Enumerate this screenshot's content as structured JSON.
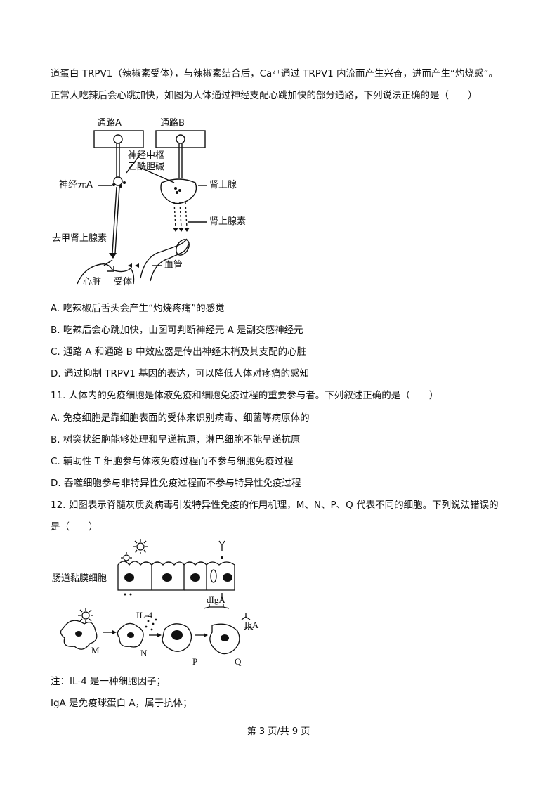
{
  "intro": {
    "line1": "道蛋白 TRPV1（辣椒素受体），与辣椒素结合后，Ca²⁺通过 TRPV1 内流而产生兴奋，进而产生“灼烧感”。",
    "line2": "正常人吃辣后会心跳加快，如图为人体通过神经支配心跳加快的部分通路，下列说法正确的是（　　）"
  },
  "figure1": {
    "path_a": "通路A",
    "path_b": "通路B",
    "center": "神经中枢",
    "ach": "乙酰胆碱",
    "neuron_a": "神经元A",
    "adrenal": "肾上腺",
    "epinephrine": "肾上腺素",
    "norepinephrine": "去甲肾上腺素",
    "vessel": "血管",
    "heart": "心脏",
    "receptor": "受体"
  },
  "q10": {
    "options": [
      "A.  吃辣椒后舌头会产生“灼烧疼痛”的感觉",
      "B.  吃辣后会心跳加快，由图可判断神经元 A 是副交感神经元",
      "C.  通路 A 和通路 B 中效应器是传出神经末梢及其支配的心脏",
      "D.  通过抑制 TRPV1 基因的表达，可以降低人体对疼痛的感知"
    ]
  },
  "q11": {
    "stem": "11. 人体内的免疫细胞是体液免疫和细胞免疫过程的重要参与者。下列叙述正确的是（　　）",
    "options": [
      "A.  免疫细胞是靠细胞表面的受体来识别病毒、细菌等病原体的",
      "B.  树突状细胞能够处理和呈递抗原，淋巴细胞不能呈递抗原",
      "C.  辅助性 T 细胞参与体液免疫过程而不参与细胞免疫过程",
      "D.  吞噬细胞参与非特异性免疫过程而不参与特异性免疫过程"
    ]
  },
  "q12": {
    "stem_line1": "12. 如图表示脊髓灰质炎病毒引发特异性免疫的作用机理，M、N、P、Q 代表不同的细胞。下列说法错误的",
    "stem_line2": "是（　　）"
  },
  "figure2": {
    "mucosa": "肠道黏膜细胞",
    "digA": "dIgA",
    "il4": "IL-4",
    "iga": "IgA",
    "m": "M",
    "n": "N",
    "p": "P",
    "q": "Q"
  },
  "notes": {
    "line1": "注：IL-4 是一种细胞因子；",
    "line2": "IgA 是免疫球蛋白 A，属于抗体；"
  },
  "footer": "第 3 页/共 9 页"
}
